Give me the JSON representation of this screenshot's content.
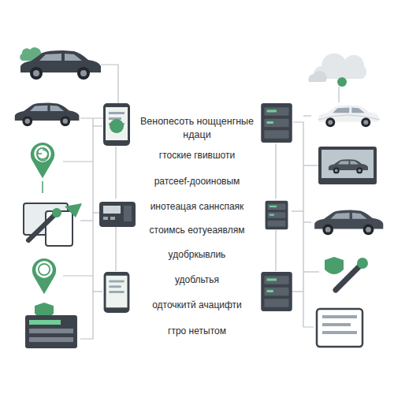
{
  "diagram": {
    "labels": [
      "Венопесоть нощценгные ндаци",
      "гтоские гвившоти",
      "ратсееf-дооиновым",
      "инотеацая саннспаяк",
      "стоимсь eотуеаявлям",
      "удобркывлиь",
      "удобльтья",
      "одточкитй ачацифти",
      "гтро нетытом"
    ]
  }
}
